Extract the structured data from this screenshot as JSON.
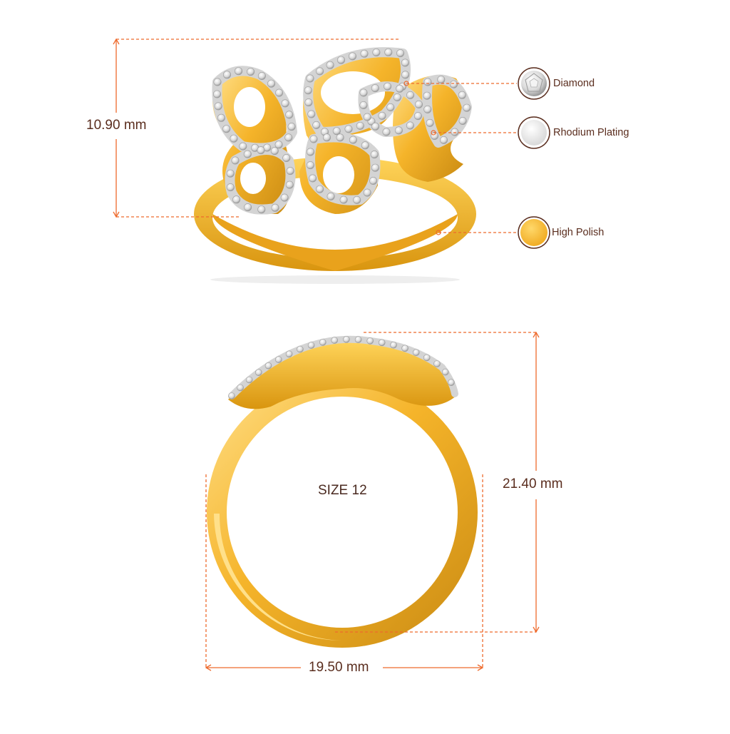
{
  "colors": {
    "gold": "#f5b42a",
    "gold_dark": "#c98a12",
    "gold_light": "#ffd96a",
    "rhodium": "#e4e4e4",
    "dimension_line": "#ee6a2c",
    "text": "#5a2d1e"
  },
  "dimensions": {
    "top_height": "10.90 mm",
    "front_height": "21.40 mm",
    "front_width": "19.50 mm"
  },
  "ring_size": "SIZE 12",
  "materials": [
    {
      "label": "Diamond",
      "icon": "diamond-swatch-icon"
    },
    {
      "label": "Rhodium Plating",
      "icon": "rhodium-swatch-icon"
    },
    {
      "label": "High Polish",
      "icon": "gold-swatch-icon"
    }
  ]
}
